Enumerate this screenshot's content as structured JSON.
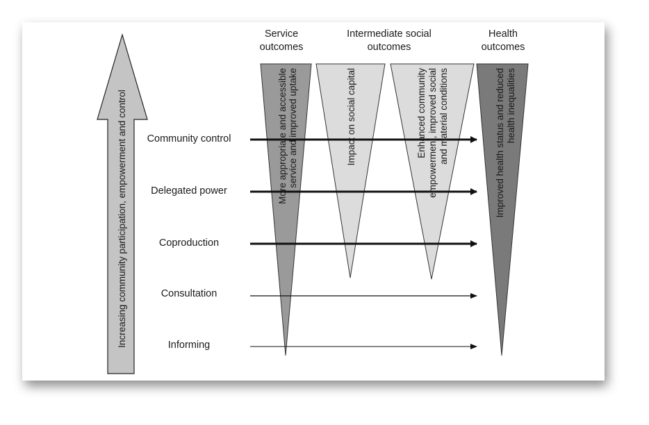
{
  "colors": {
    "service_triangle": "#9a9a9a",
    "intermediate_triangle": "#dcdcdc",
    "health_triangle": "#7a7a7a",
    "side_arrow": "#c4c4c4"
  },
  "side_arrow": {
    "label": "Increasing community participation, empowerment and control"
  },
  "headers": {
    "service": [
      "Service",
      "outcomes"
    ],
    "intermediate": [
      "Intermediate social",
      "outcomes"
    ],
    "health": [
      "Health",
      "outcomes"
    ]
  },
  "levels": [
    "Community control",
    "Delegated power",
    "Coproduction",
    "Consultation",
    "Informing"
  ],
  "triangles": {
    "service": [
      "More appropriate and accessible",
      "service and improved uptake"
    ],
    "social_capital": [
      "Impact on social capital"
    ],
    "community": [
      "Enhanced community",
      "empowerment, improved social",
      "and material conditions"
    ],
    "health": [
      "Improved health status and reduced",
      "health inequalities"
    ]
  }
}
